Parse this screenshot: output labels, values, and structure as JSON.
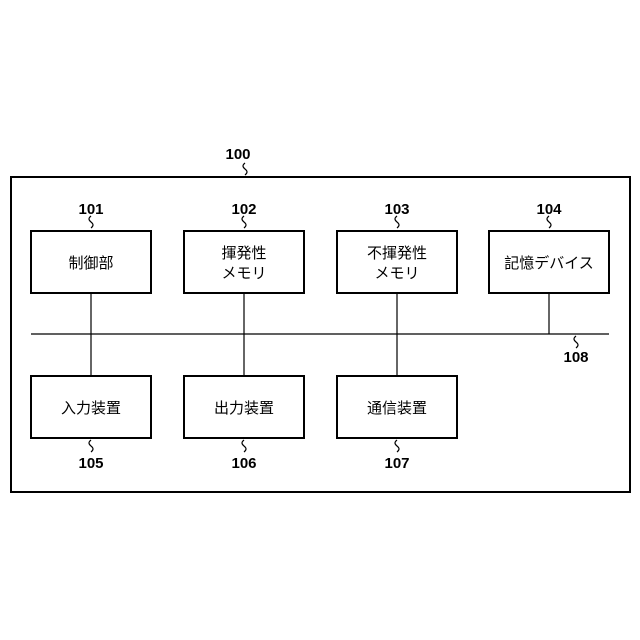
{
  "diagram": {
    "system": {
      "ref": "100"
    },
    "bus": {
      "ref": "108"
    },
    "boxes": [
      {
        "ref": "101",
        "lines": [
          "制御部"
        ]
      },
      {
        "ref": "102",
        "lines": [
          "揮発性",
          "メモリ"
        ]
      },
      {
        "ref": "103",
        "lines": [
          "不揮発性",
          "メモリ"
        ]
      },
      {
        "ref": "104",
        "lines": [
          "記憶デバイス"
        ]
      },
      {
        "ref": "105",
        "lines": [
          "入力装置"
        ]
      },
      {
        "ref": "106",
        "lines": [
          "出力装置"
        ]
      },
      {
        "ref": "107",
        "lines": [
          "通信装置"
        ]
      }
    ]
  },
  "colors": {
    "stroke": "#000000",
    "background": "#ffffff"
  }
}
